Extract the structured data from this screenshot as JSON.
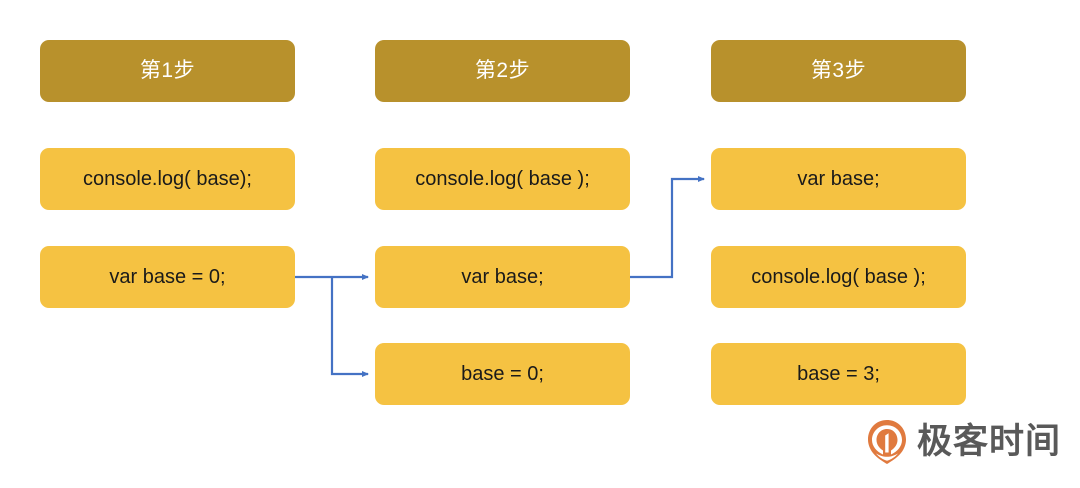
{
  "diagram": {
    "title_row": {
      "columns": [
        {
          "label": "第1步"
        },
        {
          "label": "第2步"
        },
        {
          "label": "第3步"
        }
      ]
    },
    "columns": [
      {
        "name": "step-1",
        "header": "第1步",
        "items": [
          {
            "text": "console.log( base);"
          },
          {
            "text": "var base = 0;"
          }
        ]
      },
      {
        "name": "step-2",
        "header": "第2步",
        "items": [
          {
            "text": "console.log( base );"
          },
          {
            "text": "var base;"
          },
          {
            "text": "base = 0;"
          }
        ]
      },
      {
        "name": "step-3",
        "header": "第3步",
        "items": [
          {
            "text": "var base;"
          },
          {
            "text": "console.log( base );"
          },
          {
            "text": "base = 3;"
          }
        ]
      }
    ],
    "connectors": [
      {
        "name": "step1-var-to-step2-var",
        "from": "var base = 0;",
        "to": "var base;"
      },
      {
        "name": "step1-var-to-step2-assign",
        "from": "var base = 0;",
        "to": "base = 0;"
      },
      {
        "name": "step2-var-to-step3-var",
        "from": "var base;",
        "to": "var base;"
      }
    ],
    "colors": {
      "header_box": "#b8912c",
      "step_box": "#f5c242",
      "connector": "#4472c4",
      "background": "#ffffff",
      "box_text": "#1a1a1a",
      "header_text": "#ffffff"
    }
  },
  "watermark": {
    "brand": "极客时间",
    "icon": "geektime-logo-icon",
    "icon_color": "#e07a3f"
  }
}
